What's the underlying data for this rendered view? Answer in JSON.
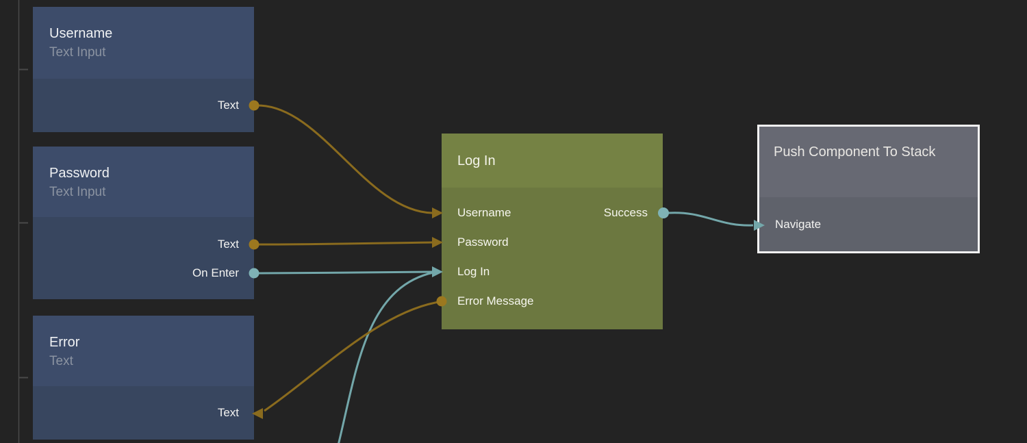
{
  "editor": {
    "kind": "visual-node-graph",
    "background": "#232323"
  },
  "colors": {
    "background": "#232323",
    "guide_line": "#4a4a4a",
    "node_blue_header": "#3d4c6a",
    "node_blue_body": "#38465f",
    "node_olive_header": "#758244",
    "node_olive_body": "#6c7840",
    "node_gray_header": "#676973",
    "node_gray_body": "#5f626b",
    "selection_border": "#f2f2f2",
    "wire_gold": "#8a6b1e",
    "port_gold": "#9c781f",
    "wire_teal": "#73a7aa",
    "port_teal": "#7fb2b5",
    "title_text": "#eff1f3",
    "subtitle_text": "#8b93a1",
    "port_text": "#f3f3f1"
  },
  "nodes": {
    "username": {
      "title": "Username",
      "subtitle": "Text Input",
      "outputs": [
        {
          "label": "Text",
          "kind": "data"
        }
      ]
    },
    "password": {
      "title": "Password",
      "subtitle": "Text Input",
      "outputs": [
        {
          "label": "Text",
          "kind": "data"
        },
        {
          "label": "On Enter",
          "kind": "signal"
        }
      ]
    },
    "error": {
      "title": "Error",
      "subtitle": "Text",
      "inputs": [
        {
          "label": "Text",
          "kind": "data"
        }
      ]
    },
    "login": {
      "title": "Log In",
      "left_ports": [
        {
          "label": "Username",
          "kind": "data-in"
        },
        {
          "label": "Password",
          "kind": "data-in"
        },
        {
          "label": "Log In",
          "kind": "signal-in"
        },
        {
          "label": "Error Message",
          "kind": "data-out"
        }
      ],
      "right_ports": [
        {
          "label": "Success",
          "kind": "signal-out"
        }
      ]
    },
    "push": {
      "title": "Push Component To Stack",
      "selected": true,
      "inputs": [
        {
          "label": "Navigate",
          "kind": "signal-in"
        }
      ]
    }
  },
  "connections": [
    {
      "from": "Username / Text",
      "to": "Log In / Username",
      "kind": "data"
    },
    {
      "from": "Password / Text",
      "to": "Log In / Password",
      "kind": "data"
    },
    {
      "from": "Password / On Enter",
      "to": "Log In / Log In",
      "kind": "signal"
    },
    {
      "from": "off-screen below",
      "to": "Log In / Log In",
      "kind": "signal"
    },
    {
      "from": "Log In / Error Message",
      "to": "Error / Text",
      "kind": "data"
    },
    {
      "from": "Log In / Success",
      "to": "Push Component To Stack / Navigate",
      "kind": "signal"
    }
  ]
}
